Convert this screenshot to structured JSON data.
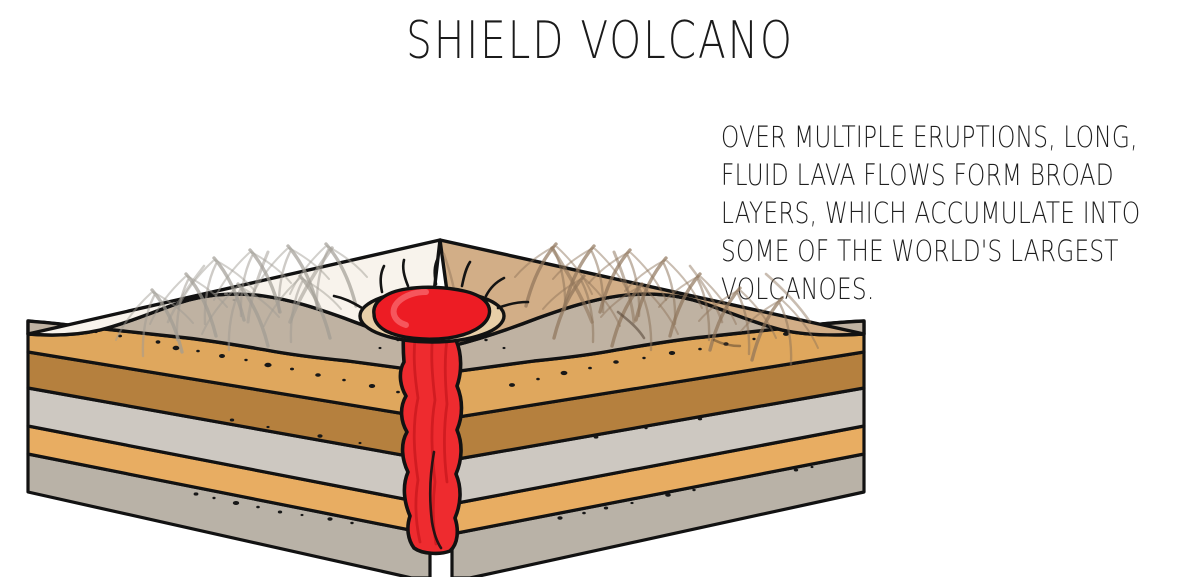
{
  "page": {
    "background_color": "#ffffff",
    "title": "SHIELD VOLCANO"
  },
  "description": {
    "lines": [
      "OVER MULTIPLE ERUPTIONS, LONG,",
      "FLUID LAVA FLOWS FORM BROAD",
      "LAYERS, WHICH ACCUMULATE INTO",
      "SOME OF THE WORLD'S LARGEST",
      "VOLCANOES."
    ],
    "full_text": "OVER MULTIPLE ERUPTIONS, LONG, FLUID LAVA FLOWS FORM BROAD LAYERS, WHICH ACCUMULATE INTO SOME OF THE WORLD'S LARGEST VOLCANOES."
  },
  "diagram": {
    "name": "shield-volcano-cutaway-block-diagram",
    "view": "V-shaped (chevron) cutaway block, apex toward viewer, broad gently-sloping shield profile",
    "outline_color": "#121212",
    "parts": {
      "left_slope_surface": {
        "label": "left flank lava surface",
        "color": "#f8f3ec",
        "streak_color": "#a09b93"
      },
      "right_slope_surface": {
        "label": "right flank lava surface",
        "color": "#d2ae87",
        "streak_color": "#8d7359"
      },
      "crater_rim": {
        "label": "summit crater rim",
        "color": "#e8cfa8"
      },
      "lava_pool": {
        "label": "summit lava lake",
        "color": "#ed1c24",
        "highlight_color": "#f6565c"
      },
      "conduit": {
        "label": "magma conduit / central vent pipe",
        "color": "#ee2b2f",
        "shading_color": "#c8171d"
      },
      "steam_wisps": {
        "label": "steam and gas wisps above crater",
        "color": "#141414",
        "count": 7
      }
    },
    "layer_stack_top_to_bottom": [
      {
        "id": "layer-1",
        "label": "uppermost ash / weathered flow layer",
        "color": "#bfb2a2"
      },
      {
        "id": "layer-2",
        "label": "coarse scoria lava flow layer",
        "color": "#dfa75d"
      },
      {
        "id": "layer-3",
        "label": "dark basalt flow layer",
        "color": "#b5803e"
      },
      {
        "id": "layer-4",
        "label": "pale tuff layer",
        "color": "#cdc8c1"
      },
      {
        "id": "layer-5",
        "label": "second scoria lava flow layer",
        "color": "#e8ad62"
      },
      {
        "id": "layer-6",
        "label": "basal bedrock layer",
        "color": "#b9b2a7"
      }
    ],
    "speckles": {
      "label": "volcanic clast / debris speckles",
      "color": "#181818"
    }
  }
}
